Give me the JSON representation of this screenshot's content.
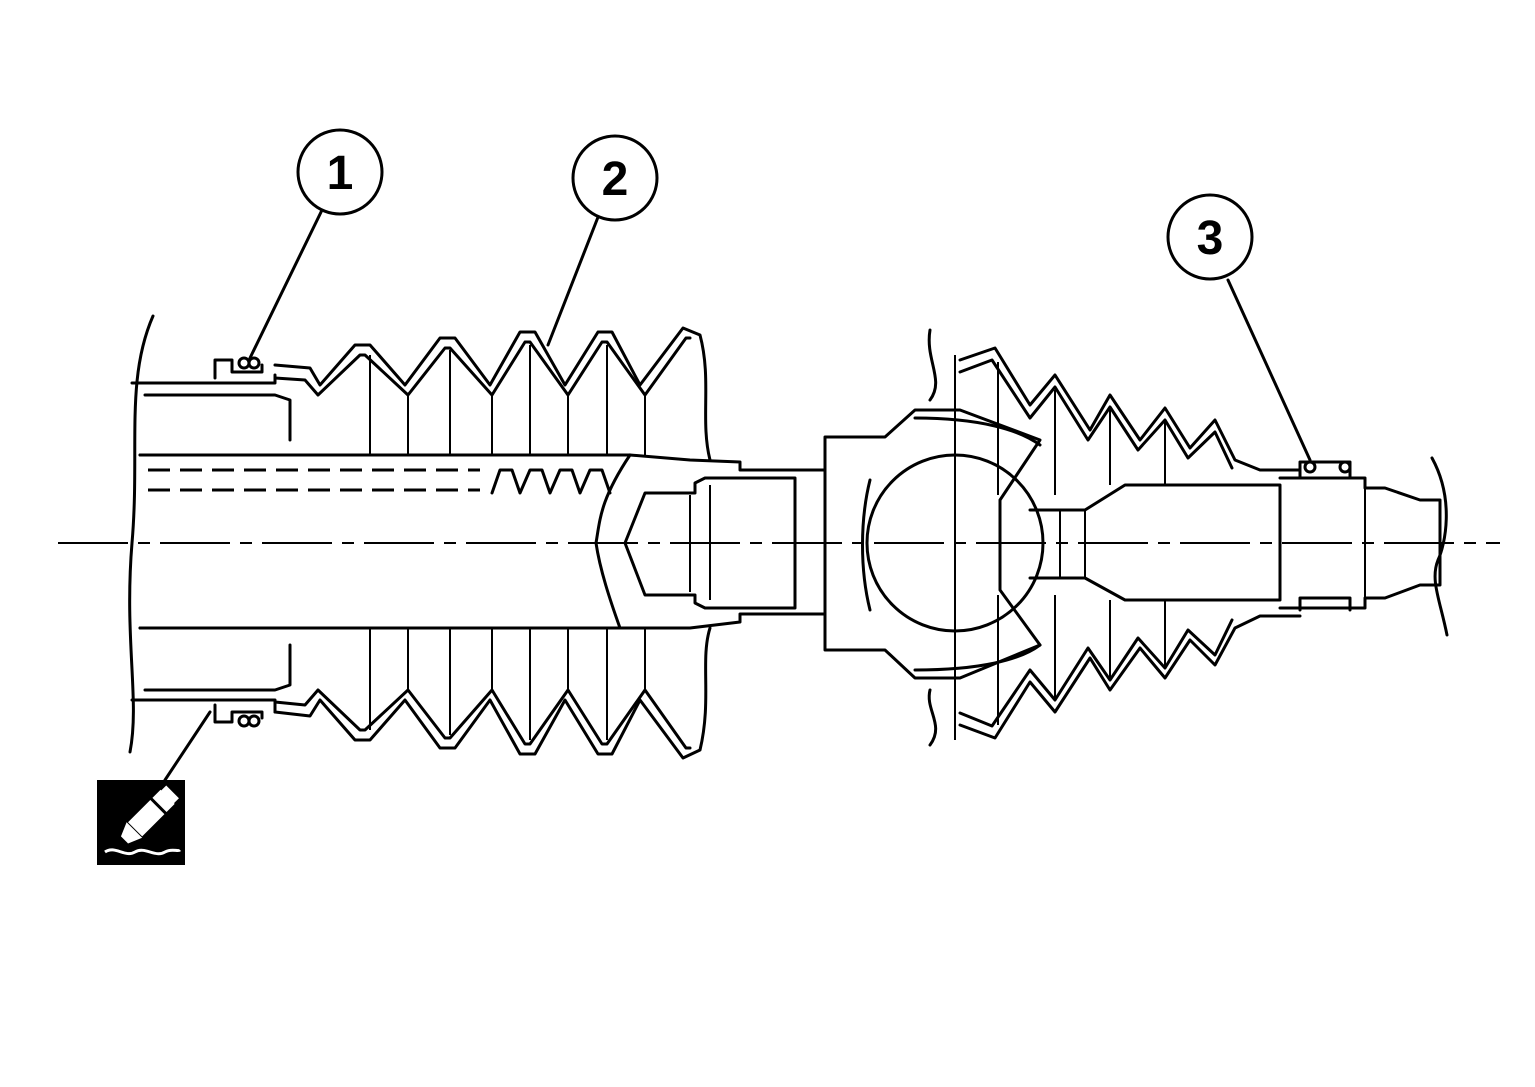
{
  "callouts": [
    {
      "id": "1",
      "label": "1"
    },
    {
      "id": "2",
      "label": "2"
    },
    {
      "id": "3",
      "label": "3"
    }
  ],
  "icons": {
    "sealant": "sealant-tube-icon"
  }
}
